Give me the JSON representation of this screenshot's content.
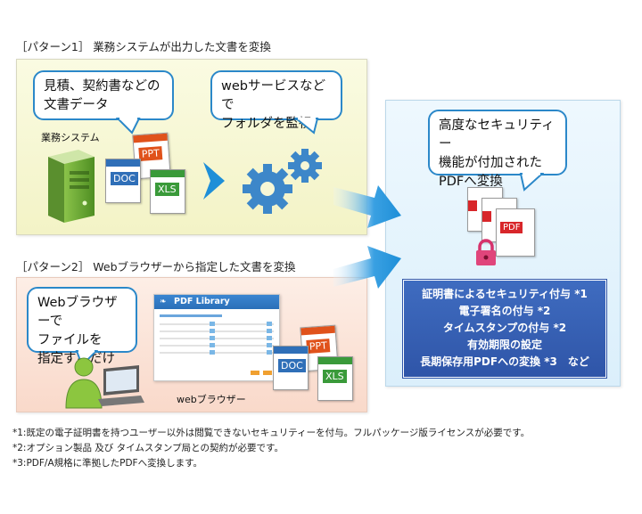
{
  "pattern1": {
    "heading": "［パターン1］ 業務システムが出力した文書を変換",
    "bubble_left": [
      "見積、契約書などの",
      "文書データ"
    ],
    "bubble_right": [
      "webサービスなどで",
      "フォルダを監視"
    ],
    "caption": "業務システム"
  },
  "pattern2": {
    "heading": "［パターン2］ Webブラウザーから指定した文書を変換",
    "bubble": [
      "Webブラウザーで",
      "ファイルを",
      "指定するだけ"
    ],
    "caption": "webブラウザー",
    "screen_title": "PDF Library"
  },
  "result": {
    "bubble": [
      "高度なセキュリティー",
      "機能が付加された",
      "PDFへ変換"
    ],
    "features": [
      "証明書によるセキュリティ付与 *1",
      "電子署名の付与 *2",
      "タイムスタンプの付与 *2",
      "有効期限の設定",
      "長期保存用PDFへの変換 *3　など"
    ]
  },
  "doc_labels": {
    "doc": "DOC",
    "ppt": "PPT",
    "xls": "XLS",
    "pdf": "PDF"
  },
  "footnotes": [
    "*1:既定の電子証明書を持つユーザー以外は閲覧できないセキュリティーを付与。フルパッケージ版ライセンスが必要です。",
    "*2:オプション製品 及び タイムスタンプ局との契約が必要です。",
    "*3:PDF/A規格に準拠したPDFへ変換します。"
  ],
  "colors": {
    "bubble_border": "#2b88c9",
    "arrow": "#1e8fd8",
    "gear": "#3d87c9",
    "feature_box": "#2f55a8",
    "ppt": "#e0521b",
    "xls": "#3a9a3a",
    "doc": "#2f6fb8",
    "pdf": "#d8262a"
  }
}
